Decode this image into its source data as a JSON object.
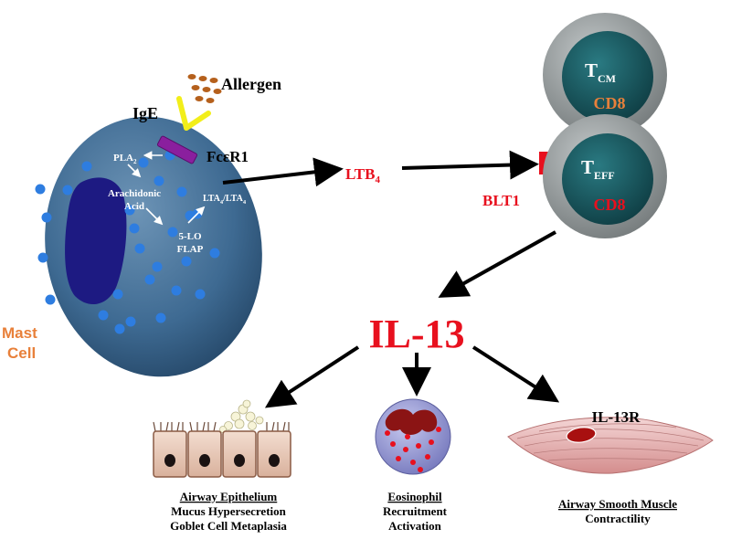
{
  "mast_cell": {
    "label_line1": "Mast",
    "label_line2": "Cell",
    "pla": "PLA",
    "pla_sub": "2",
    "arachidonic_line1": "Arachidonic",
    "arachidonic_line2": "Acid",
    "lo_line1": "5-LO",
    "lo_line2": "FLAP",
    "lta_a": "LTA",
    "lta_a_sub": "4",
    "lta_slash": "/LTA",
    "lta_b_sub": "4"
  },
  "receptors": {
    "ige": "IgE",
    "allergen": "Allergen",
    "fceri": "FcεR1"
  },
  "mediators": {
    "ltb": "LTB",
    "ltb_sub": "4",
    "blt1": "BLT1",
    "il13": "IL-13",
    "il13r": "IL-13R"
  },
  "tcells": {
    "tcm_t": "T",
    "tcm_sub": "CM",
    "tcm_cd": "CD8",
    "teff_t": "T",
    "teff_sub": "EFF",
    "teff_cd": "CD8"
  },
  "effects": {
    "epithelium_title": "Airway Epithelium",
    "epithelium_line2": "Mucus Hypersecretion",
    "epithelium_line3": "Goblet Cell Metaplasia",
    "eosinophil_title": "Eosinophil",
    "eosinophil_line2": "Recruitment",
    "eosinophil_line3": "Activation",
    "smooth_title": "Airway Smooth Muscle",
    "smooth_line2": "Contractility"
  },
  "colors": {
    "red": "#e8101e",
    "orange": "#e8803a",
    "mast": "#3e6a92",
    "granule": "#2e7de0",
    "nucleus": "#1d1a82",
    "tcell_outer": "#8f9596",
    "tcell_inner": "#17535a"
  }
}
